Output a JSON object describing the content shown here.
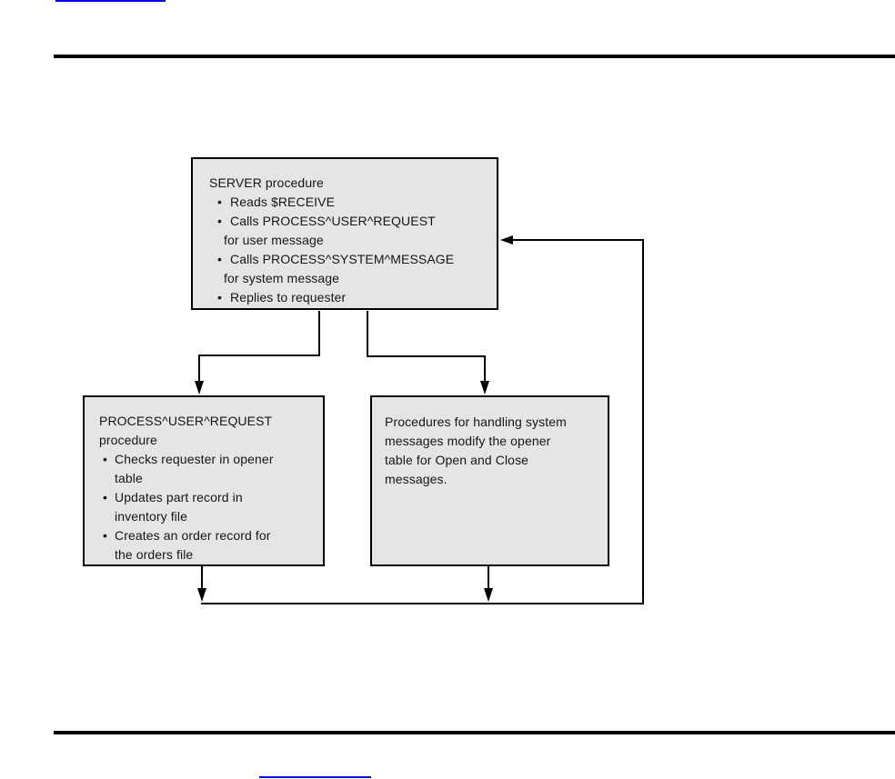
{
  "colors": {
    "box_fill": "#e5e5e5",
    "box_border": "#000000",
    "connector": "#000000",
    "rule": "#000000",
    "link": "#0000e6",
    "text": "#161616"
  },
  "diagram": {
    "bullet_char": "•",
    "server_box": {
      "title": "SERVER procedure",
      "bullet1": "Reads $RECEIVE",
      "bullet2": "Calls PROCESS^USER^REQUEST",
      "bullet2_cont": "for user message",
      "bullet3": "Calls PROCESS^SYSTEM^MESSAGE",
      "bullet3_cont": "for system message",
      "bullet4": "Replies to requester"
    },
    "user_request_box": {
      "title_line1": "PROCESS^USER^REQUEST",
      "title_line2": "procedure",
      "bullet1": "Checks requester in opener",
      "bullet1_cont": "table",
      "bullet2": "Updates part record in",
      "bullet2_cont": "inventory file",
      "bullet3": "Creates an order record for",
      "bullet3_cont": "the orders file"
    },
    "system_handlers_box": {
      "line1": "Procedures for handling system",
      "line2": "messages modify the opener",
      "line3": "table for Open and Close",
      "line4": "messages."
    }
  }
}
